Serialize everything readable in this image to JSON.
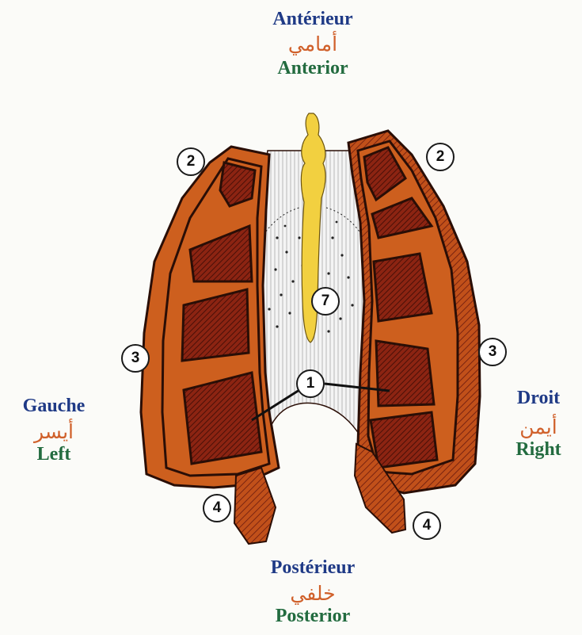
{
  "orientation": {
    "anterior": {
      "fr": "Antérieur",
      "ar": "أمامي",
      "en": "Anterior"
    },
    "posterior": {
      "fr": "Postérieur",
      "ar": "خلفي",
      "en": "Posterior"
    },
    "left": {
      "fr": "Gauche",
      "ar": "أيسر",
      "en": "Left"
    },
    "right": {
      "fr": "Droit",
      "ar": "أيمن",
      "en": "Right"
    }
  },
  "callouts": {
    "c1": "1",
    "c2_left": "2",
    "c2_right": "2",
    "c3_left": "3",
    "c3_right": "3",
    "c4_left": "4",
    "c4_right": "4",
    "c7": "7"
  },
  "colors": {
    "muscle_orange": "#cd5f1e",
    "muscle_dark": "#8c2412",
    "outline": "#2a0e06",
    "central_tendon": "#f2d040",
    "white_line_tissue": "#ececec",
    "label_fr": "#1f3a86",
    "label_ar": "#d0602a",
    "label_en": "#226b3f"
  }
}
